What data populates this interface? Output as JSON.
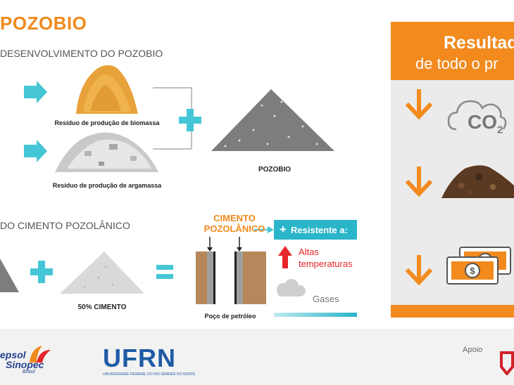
{
  "title": "POZOBIO",
  "section1": {
    "heading": "DESENVOLVIMENTO DO POZOBIO",
    "biomass_caption": "Resíduo de produção de biomassa",
    "argamassa_caption": "Resíduo de produção de argamassa",
    "result_caption": "POZOBIO"
  },
  "section2": {
    "heading": "DO CIMENTO POZOLÂNICO",
    "cement_caption": "50% CIMENTO",
    "cimento_title": "CIMENTO POZOLÂNICO",
    "well_caption": "Poço de petróleo",
    "resistente_label": "Resistente a:",
    "altas_label": "Altas temperaturas",
    "gases_label": "Gases"
  },
  "results": {
    "title": "Resultad",
    "subtitle": "de todo o pr",
    "co2_text": "CO",
    "co2_sub": "2"
  },
  "footer": {
    "repsol_line1": "epsol",
    "repsol_line2": "Sinopec",
    "repsol_line3": "Brasil",
    "ufrn_logo": "UFRN",
    "ufrn_sub": "UNIVERSIDADE FEDERAL DO RIO GRANDE DO NORTE",
    "apoio": "Apoio"
  },
  "colors": {
    "orange": "#f28a1e",
    "teal": "#2ab5c9",
    "red": "#e5262a",
    "blue": "#1f5aa6"
  }
}
